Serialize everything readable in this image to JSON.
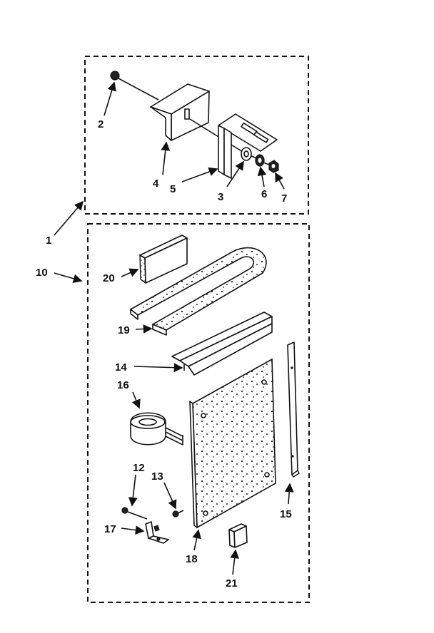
{
  "labels": {
    "p1": "1",
    "p2": "2",
    "p3": "3",
    "p4": "4",
    "p5": "5",
    "p6": "6",
    "p7": "7",
    "p10": "10",
    "p12": "12",
    "p13": "13",
    "p14": "14",
    "p15": "15",
    "p16": "16",
    "p17": "17",
    "p18": "18",
    "p19": "19",
    "p20": "20",
    "p21": "21"
  }
}
